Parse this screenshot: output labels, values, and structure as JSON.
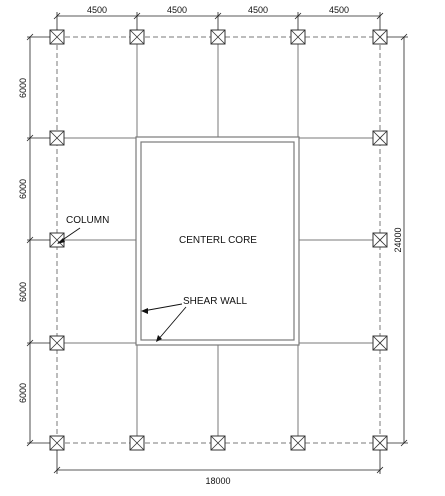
{
  "dimensions": {
    "top_spans": [
      "4500",
      "4500",
      "4500",
      "4500"
    ],
    "left_spans": [
      "6000",
      "6000",
      "6000",
      "6000"
    ],
    "right_total": "24000",
    "bottom_total": "18000"
  },
  "labels": {
    "core": "CENTERL CORE",
    "column": "COLUMN",
    "shear_wall": "SHEAR WALL"
  },
  "colors": {
    "grid": "#7a7a7a",
    "column": "#333333",
    "text": "#111111"
  }
}
